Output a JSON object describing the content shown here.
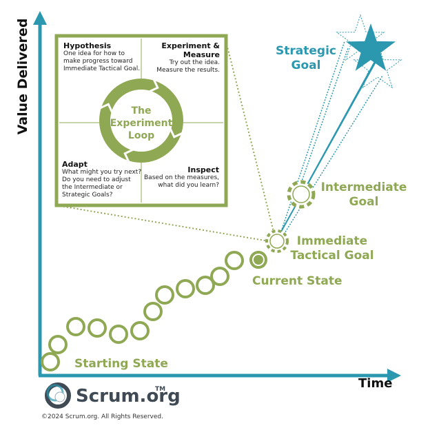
{
  "axes": {
    "y_label": "Value Delivered",
    "x_label": "Time"
  },
  "colors": {
    "green": "#8fa853",
    "teal": "#2b98b0",
    "dark": "#111111"
  },
  "loop": {
    "center_label": [
      "The",
      "Experiment",
      "Loop"
    ],
    "hypothesis": {
      "title": "Hypothesis",
      "lines": [
        "One idea for how to",
        "make progress toward",
        "Immediate Tactical Goal."
      ]
    },
    "experiment": {
      "title_lines": [
        "Experiment &",
        "Measure"
      ],
      "lines": [
        "Try out the idea.",
        "Measure the results."
      ]
    },
    "adapt": {
      "title": "Adapt",
      "lines": [
        "What might you try next?",
        "Do you need to adjust",
        "the Intermediate or",
        "Strategic Goals?"
      ]
    },
    "inspect": {
      "title": "Inspect",
      "lines": [
        "Based on the measures,",
        "what did you learn?"
      ]
    }
  },
  "goals": {
    "strategic": [
      "Strategic",
      "Goal"
    ],
    "intermediate": [
      "Intermediate",
      "Goal"
    ],
    "immediate": [
      "Immediate",
      "Tactical Goal"
    ],
    "current": "Current State",
    "starting": "Starting State"
  },
  "logo": {
    "name": "Scrum.org",
    "tm": "TM"
  },
  "copyright": "©2024 Scrum.org. All Rights Reserved."
}
